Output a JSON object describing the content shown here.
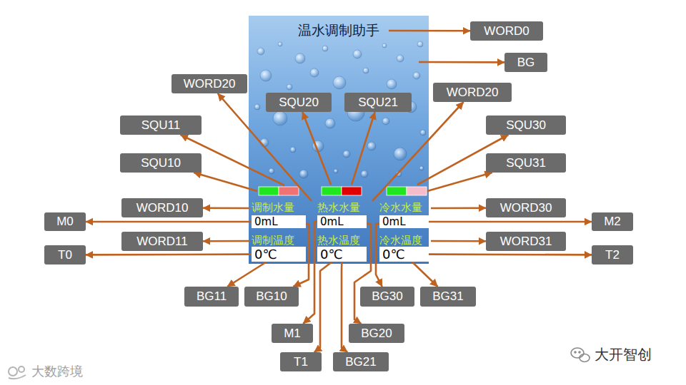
{
  "diagram": {
    "nodes": [
      {
        "text": [
          "温水调制助手",
          "调制水量",
          "调制温度",
          "热水水量",
          "热水温度",
          "冷水水量",
          "冷水温度"
        ]
      },
      {
        "text": [
          "0mL"
        ],
        "in": 0
      },
      {
        "text": [
          "0℃"
        ],
        "in": 0
      },
      {
        "text": [
          "0mL"
        ],
        "in": 0
      },
      {
        "text": [
          "0℃"
        ],
        "in": 0
      },
      {
        "text": [
          "0mL"
        ],
        "in": 0
      },
      {
        "text": [
          "0℃"
        ],
        "in": 0
      },
      {
        "text": [
          "WORD0"
        ]
      },
      {
        "text": [
          "BG"
        ]
      },
      {
        "text": [
          "WORD20"
        ]
      },
      {
        "text": [
          "WORD20"
        ]
      },
      {
        "text": [
          "SQU20"
        ]
      },
      {
        "text": [
          "SQU21"
        ]
      },
      {
        "text": [
          "SQU11"
        ]
      },
      {
        "text": [
          "SQU30"
        ]
      },
      {
        "text": [
          "SQU10"
        ]
      },
      {
        "text": [
          "SQU31"
        ]
      },
      {
        "text": [
          "WORD10"
        ]
      },
      {
        "text": [
          "WORD30"
        ]
      },
      {
        "text": [
          "M0"
        ]
      },
      {
        "text": [
          "M2"
        ]
      },
      {
        "text": [
          "WORD11"
        ]
      },
      {
        "text": [
          "WORD31"
        ]
      },
      {
        "text": [
          "T0"
        ]
      },
      {
        "text": [
          "T2"
        ]
      },
      {
        "text": [
          "BG11"
        ]
      },
      {
        "text": [
          "BG10"
        ]
      },
      {
        "text": [
          "BG30"
        ]
      },
      {
        "text": [
          "BG31"
        ]
      },
      {
        "text": [
          "M1"
        ]
      },
      {
        "text": [
          "BG20"
        ]
      },
      {
        "text": [
          "T1"
        ]
      },
      {
        "text": [
          "BG21"
        ]
      }
    ],
    "edges": [
      {
        "from": 0,
        "to": 7,
        "arrow": "to"
      },
      {
        "from": 0,
        "to": 8,
        "arrow": "to"
      },
      {
        "from": 0,
        "to": 9,
        "arrow": "to"
      },
      {
        "from": 0,
        "to": 10,
        "arrow": "to"
      },
      {
        "from": 0,
        "to": 11,
        "arrow": "to"
      },
      {
        "from": 0,
        "to": 12,
        "arrow": "to"
      },
      {
        "from": 0,
        "to": 13,
        "arrow": "to"
      },
      {
        "from": 0,
        "to": 14,
        "arrow": "to"
      },
      {
        "from": 0,
        "to": 15,
        "arrow": "to"
      },
      {
        "from": 0,
        "to": 16,
        "arrow": "to"
      },
      {
        "from": 0,
        "to": 17,
        "arrow": "to"
      },
      {
        "from": 0,
        "to": 18,
        "arrow": "to"
      },
      {
        "from": 1,
        "to": 19,
        "arrow": "to"
      },
      {
        "from": 5,
        "to": 20,
        "arrow": "to"
      },
      {
        "from": 0,
        "to": 21,
        "arrow": "to"
      },
      {
        "from": 0,
        "to": 22,
        "arrow": "to"
      },
      {
        "from": 2,
        "to": 23,
        "arrow": "to"
      },
      {
        "from": 6,
        "to": 24,
        "arrow": "to"
      },
      {
        "from": 2,
        "to": 25,
        "arrow": "to"
      },
      {
        "from": 1,
        "to": 26,
        "arrow": "to"
      },
      {
        "from": 5,
        "to": 27,
        "arrow": "to"
      },
      {
        "from": 6,
        "to": 28,
        "arrow": "to"
      },
      {
        "from": 3,
        "to": 29,
        "arrow": "to"
      },
      {
        "from": 3,
        "to": 30,
        "arrow": "to"
      },
      {
        "from": 4,
        "to": 31,
        "arrow": "to"
      },
      {
        "from": 4,
        "to": 32,
        "arrow": "to"
      }
    ],
    "labels": [
      "大开智创",
      "大数跨境"
    ]
  }
}
